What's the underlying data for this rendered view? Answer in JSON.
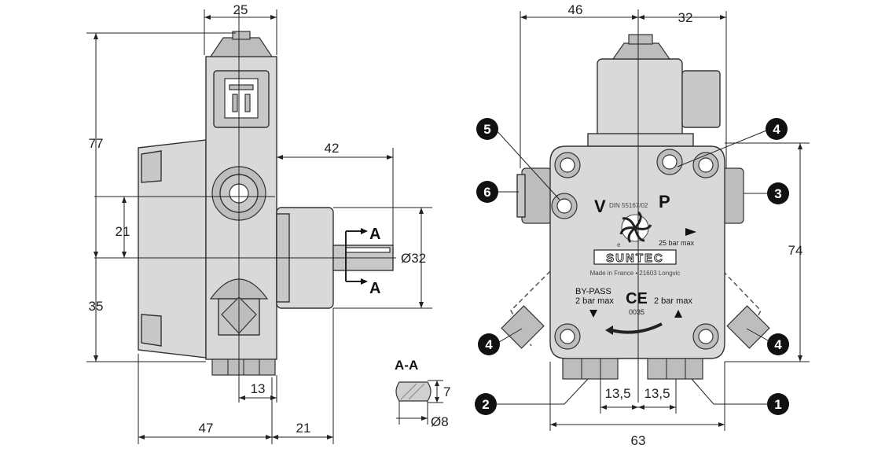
{
  "side_view": {
    "dim_top": "25",
    "dim_height": "77",
    "dim_42": "42",
    "dim_21_left": "21",
    "dim_35": "35",
    "dim_13": "13",
    "dim_47": "47",
    "dim_21_bottom": "21",
    "dim_shaft": "Ø32",
    "section_letter_upper": "A",
    "section_letter_lower": "A"
  },
  "section_view": {
    "title": "A-A",
    "dim_7": "7",
    "dim_8": "Ø8"
  },
  "front_view": {
    "dim_46": "46",
    "dim_32": "32",
    "dim_74": "74",
    "dim_13_5_left": "13,5",
    "dim_13_5_right": "13,5",
    "dim_63": "63",
    "label_v": "V",
    "label_p": "P",
    "din_text": "DIN 55167/02",
    "pressure_p": "25 bar max",
    "brand": "SUNTEC",
    "made_in": "Made in France • 21603 Longvic",
    "bypass_title": "BY-PASS",
    "bypass_pressure": "2 bar max",
    "right_pressure": "2 bar max",
    "ce_mark": "CE",
    "ce_number": "0035",
    "small_e": "e"
  },
  "callouts": {
    "c1": "1",
    "c2": "2",
    "c3": "3",
    "c4_top": "4",
    "c4_left": "4",
    "c4_right": "4",
    "c5": "5",
    "c6": "6"
  }
}
